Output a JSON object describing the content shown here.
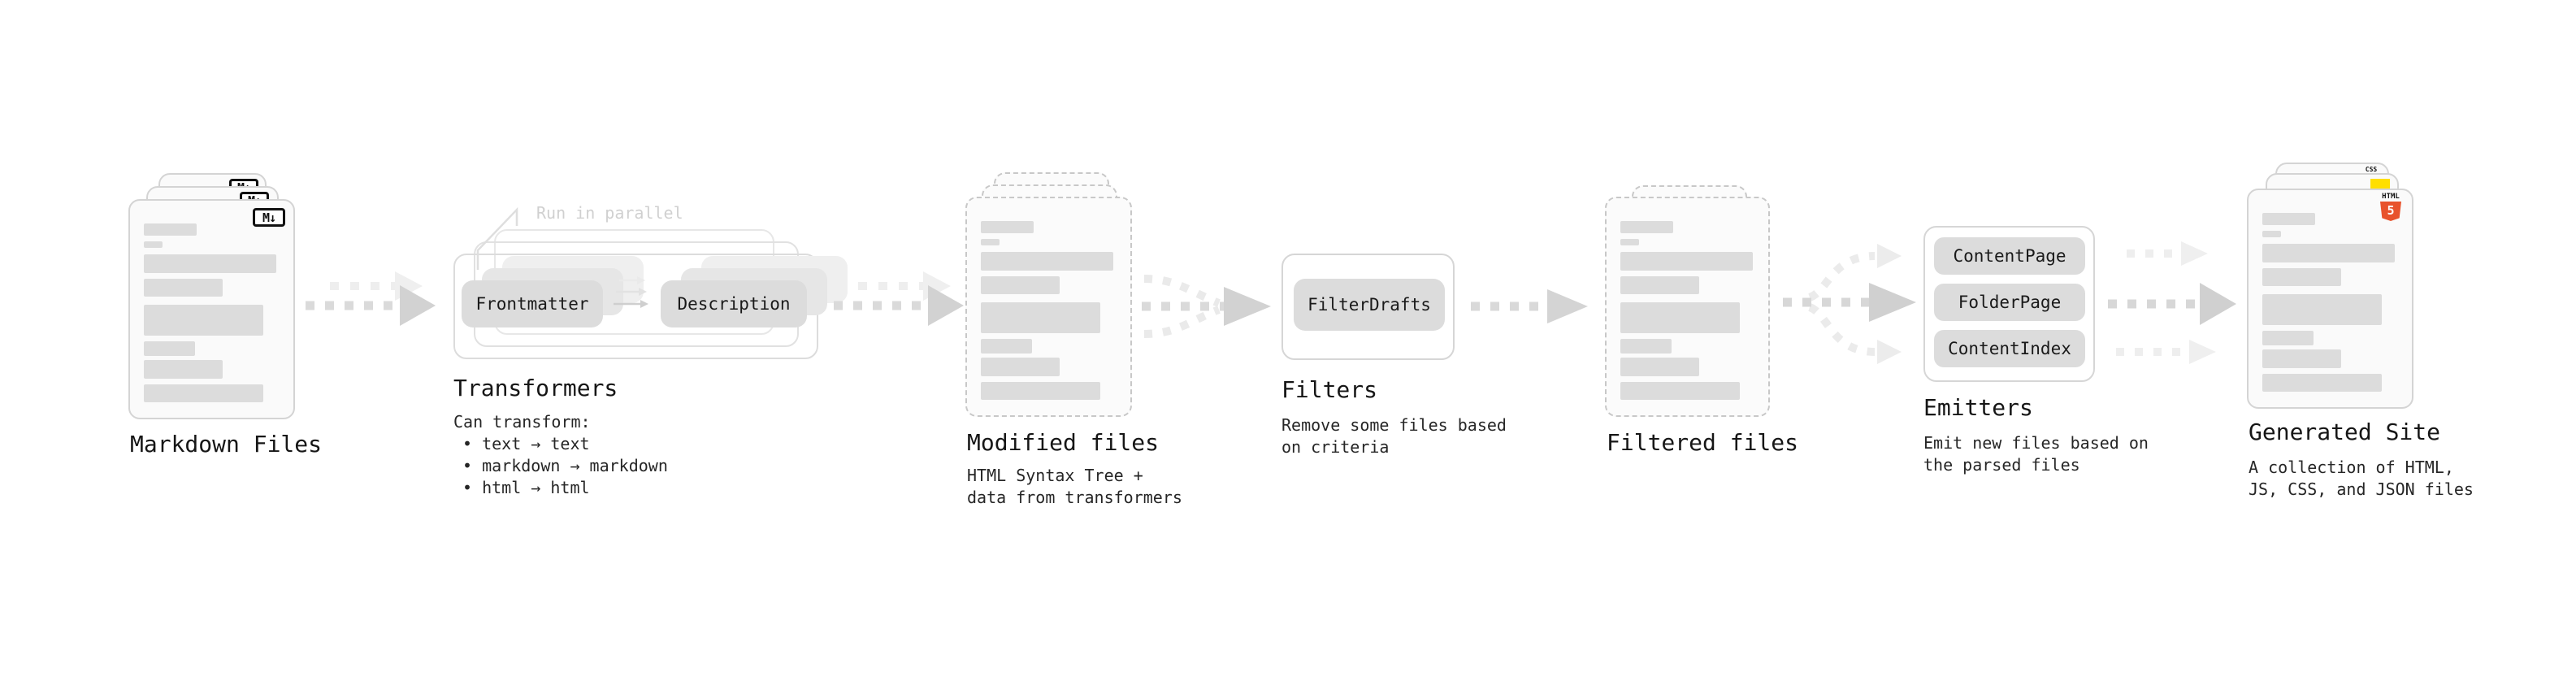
{
  "colors": {
    "accent_html5": "#e8532c",
    "accent_js": "#ffdf00",
    "accent_css": "#2e6fe0",
    "card_fill": "#fafafa",
    "card_border": "#d4d4d4",
    "pill_fill": "#dcdcdc",
    "arrow_gray": "#d7d7d7",
    "arrow_ghost": "#ededed"
  },
  "stages": {
    "markdown_files": {
      "title": "Markdown Files",
      "badge": "M↓"
    },
    "transformers": {
      "title": "Transformers",
      "callout": "Run in parallel",
      "transformer1": "Frontmatter",
      "transformer2": "Description",
      "desc_heading": "Can transform:",
      "desc_bullets": [
        "• text → text",
        "• markdown → markdown",
        "• html → html"
      ]
    },
    "modified_files": {
      "title": "Modified files",
      "desc_lines": [
        "HTML Syntax Tree +",
        "data from transformers"
      ]
    },
    "filters": {
      "title": "Filters",
      "filter1": "FilterDrafts",
      "desc_lines": [
        "Remove some files based",
        "on criteria"
      ]
    },
    "filtered_files": {
      "title": "Filtered files"
    },
    "emitters": {
      "title": "Emitters",
      "emitter_names": [
        "ContentPage",
        "FolderPage",
        "ContentIndex"
      ],
      "desc_lines": [
        "Emit new files based on",
        "the parsed files"
      ]
    },
    "generated_site": {
      "title": "Generated Site",
      "desc_lines": [
        "A collection of HTML,",
        "JS, CSS, and JSON files"
      ],
      "badge_html": "HTML",
      "badge_html_number": "5",
      "badge_css": "CSS"
    }
  }
}
